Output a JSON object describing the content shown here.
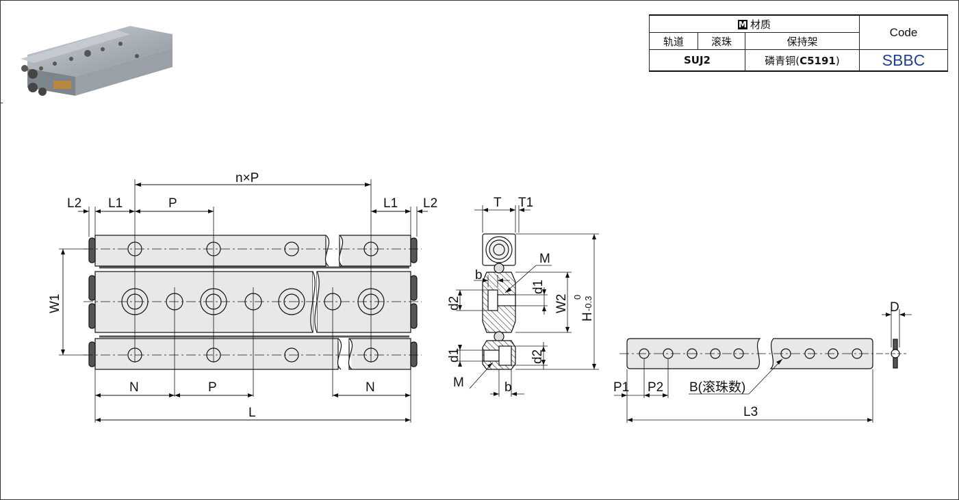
{
  "material_table": {
    "header_badge": "M",
    "header_title": "材质",
    "code_header": "Code",
    "columns": [
      "轨道",
      "滚珠",
      "保持架"
    ],
    "rail_ball_material": "SUJ2",
    "cage_material_prefix": "磷青铜(",
    "cage_material_code": "C5191",
    "cage_material_suffix": ")",
    "code_value": "SBBC"
  },
  "colors": {
    "code_value": "#1f3f8f",
    "rail_fill": "#e4e4e4",
    "line": "#111111"
  },
  "dimension_labels": {
    "nxp": "n×P",
    "l2_left": "L2",
    "l1_left": "L1",
    "p_top": "P",
    "l1_right": "L1",
    "l2_right": "L2",
    "w1": "W1",
    "n_left": "N",
    "p_bottom": "P",
    "n_right": "N",
    "l": "L",
    "t": "T",
    "t1": "T1",
    "m_top": "M",
    "b_top": "b",
    "d1_top": "d1",
    "d2_top": "d2",
    "w2": "W2",
    "h": "H",
    "h_tol_upper": "0",
    "h_tol_lower": "-0.3",
    "d1_bottom": "d1",
    "d2_bottom": "d2",
    "m_bottom": "M",
    "b_bottom": "b",
    "d": "D",
    "p1": "P1",
    "p2": "P2",
    "b_ball_count": "B(滚珠数)",
    "l3": "L3"
  }
}
